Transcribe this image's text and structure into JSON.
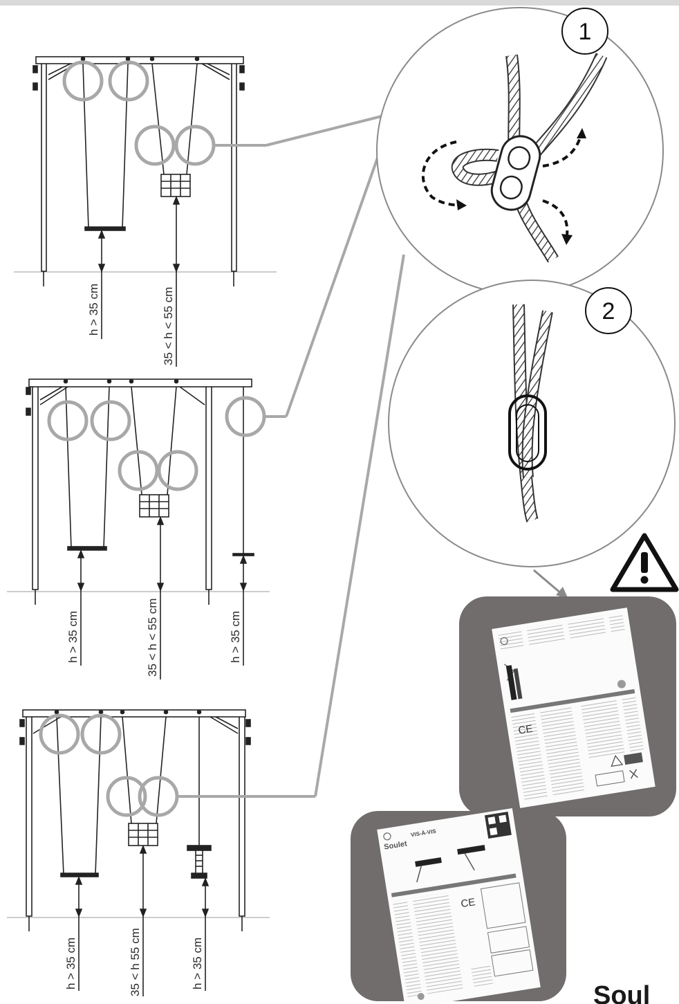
{
  "steps": [
    "1",
    "2"
  ],
  "measurements": {
    "frame1": [
      "h > 35 cm",
      "35 < h < 55 cm"
    ],
    "frame2": [
      "h > 35 cm",
      "35 < h < 55 cm",
      "h > 35 cm"
    ],
    "frame3": [
      "h > 35 cm",
      "35 < h 55 cm",
      "h > 35 cm"
    ]
  },
  "documents": {
    "doc2": {
      "brand": "Soulet",
      "title": "VIS-À-VIS"
    },
    "ce_mark": "CE"
  },
  "brand_logo": "Soul",
  "icons": [
    "warning-icon",
    "carabiner-rope-knot-icon",
    "carabiner-rope-closed-icon"
  ],
  "colors": {
    "highlight_circle": "#a8a8a8",
    "panel": "#706d6c",
    "line": "#222222"
  }
}
